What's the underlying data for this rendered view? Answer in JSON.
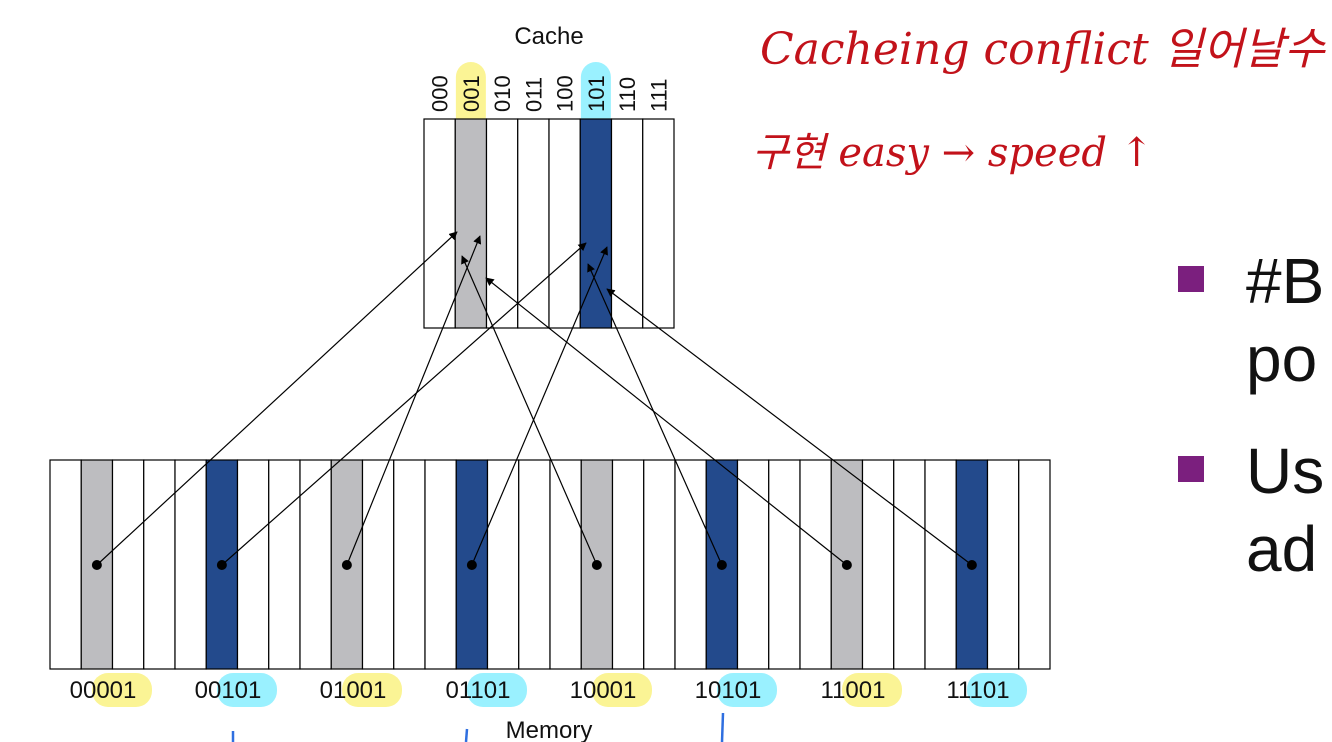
{
  "colors": {
    "gray_block": "#bdbdc0",
    "blue_block": "#234a8c",
    "yellow_highlight": "#fbf38a",
    "cyan_highlight": "#8fefff",
    "handwriting": "#c2121a",
    "bullet": "#7b1f7e",
    "annotation_blue": "#2f6fe0"
  },
  "cache": {
    "title": "Cache",
    "indices": [
      "000",
      "001",
      "010",
      "011",
      "100",
      "101",
      "110",
      "111"
    ],
    "highlighted": {
      "001": "yellow",
      "101": "cyan"
    },
    "filled": {
      "001": "gray",
      "101": "blue"
    }
  },
  "memory": {
    "title": "Memory",
    "addresses": [
      {
        "prefix": "00",
        "suffix": "001",
        "kind": "gray"
      },
      {
        "prefix": "00",
        "suffix": "101",
        "kind": "blue"
      },
      {
        "prefix": "01",
        "suffix": "001",
        "kind": "gray"
      },
      {
        "prefix": "01",
        "suffix": "101",
        "kind": "blue"
      },
      {
        "prefix": "10",
        "suffix": "001",
        "kind": "gray"
      },
      {
        "prefix": "10",
        "suffix": "101",
        "kind": "blue"
      },
      {
        "prefix": "11",
        "suffix": "001",
        "kind": "gray"
      },
      {
        "prefix": "11",
        "suffix": "101",
        "kind": "blue"
      }
    ]
  },
  "handwriting": {
    "line1": "Cacheing conflict 일어날수 있음.",
    "line2": "구현 easy → speed ↑"
  },
  "slide_text": {
    "bullets": [
      {
        "line1": "#B",
        "line2": "po"
      },
      {
        "line1": "Us",
        "line2": "ad"
      }
    ]
  }
}
